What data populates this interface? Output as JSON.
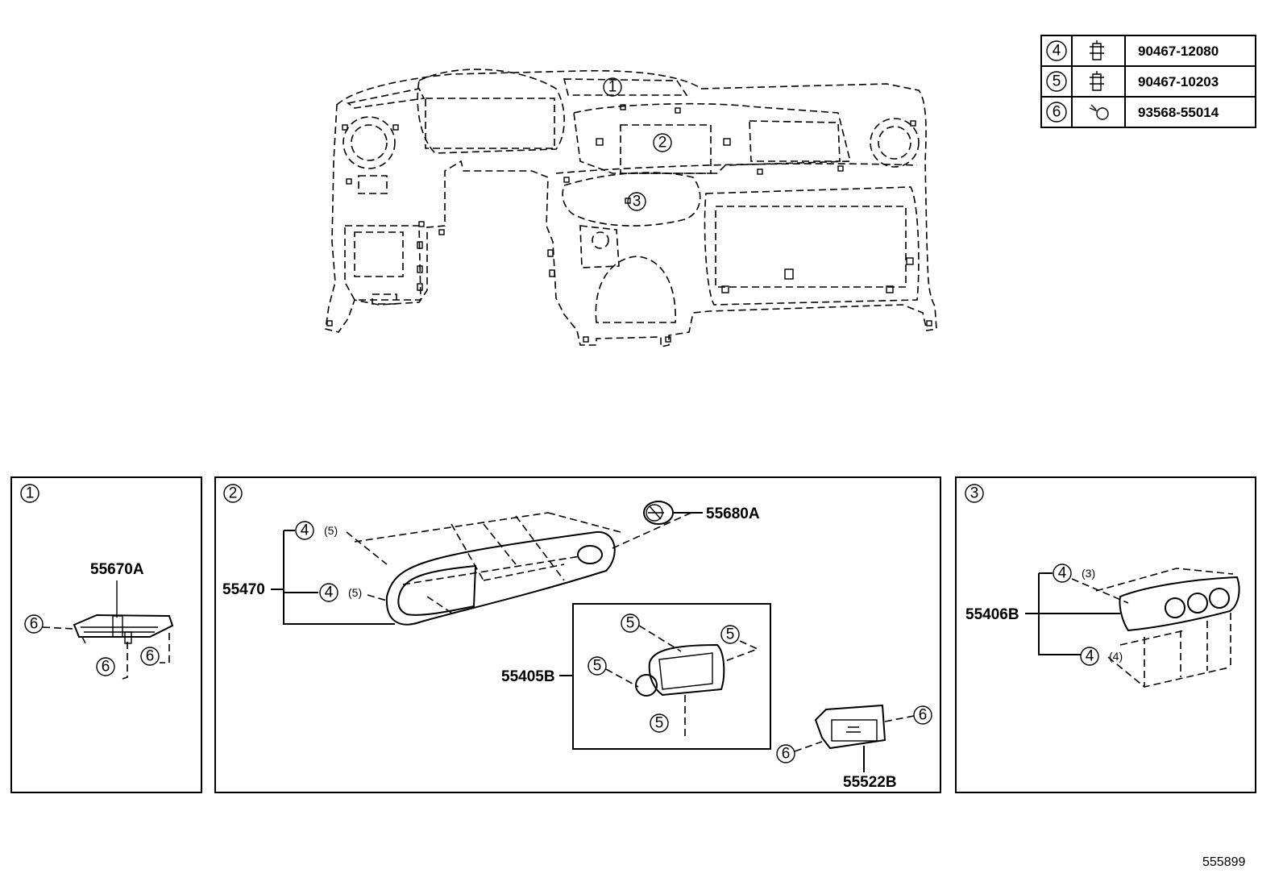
{
  "overview": {
    "callouts": [
      "1",
      "2",
      "3"
    ]
  },
  "parts_table": {
    "rows": [
      {
        "ref": "4",
        "icon": "clip-icon",
        "part_no": "90467-12080"
      },
      {
        "ref": "5",
        "icon": "clip-icon",
        "part_no": "90467-10203"
      },
      {
        "ref": "6",
        "icon": "screw-icon",
        "part_no": "93568-55014"
      }
    ]
  },
  "panel1": {
    "ref": "1",
    "part": "55670A",
    "callouts": [
      "6",
      "6",
      "6"
    ]
  },
  "panel2": {
    "ref": "2",
    "part_main": "55470",
    "part_vent": "55680A",
    "part_bezel": "55405B",
    "part_switch": "55522B",
    "callouts": {
      "a": "4",
      "a_qty": "(5)",
      "b": "4",
      "b_qty": "(5)",
      "c": "5",
      "d": "5",
      "e": "5",
      "f": "5",
      "g": "6",
      "h": "6"
    }
  },
  "panel3": {
    "ref": "3",
    "part": "55406B",
    "callouts": {
      "a": "4",
      "a_qty": "(3)",
      "b": "4",
      "b_qty": "(4)"
    }
  },
  "figure_id": "555899"
}
